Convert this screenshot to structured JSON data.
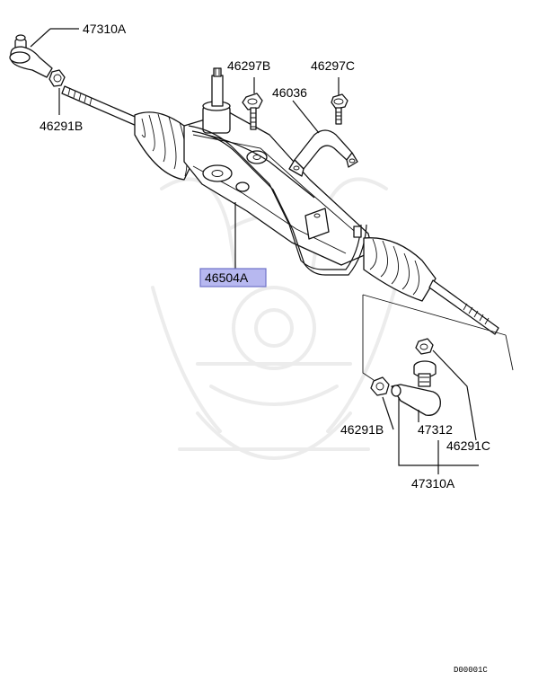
{
  "diagram": {
    "labels": {
      "tie_rod_end_top": "47310A",
      "lock_nut_left": "46291B",
      "bolt_left": "46297B",
      "bolt_right": "46297C",
      "clamp": "46036",
      "rack_assembly": "46504A",
      "lock_nut_right": "46291B",
      "tie_rod_end_detail": "47312",
      "nut_right": "46291C",
      "tie_rod_end_bottom": "47310A"
    },
    "diagram_code": "D00001C",
    "colors": {
      "highlight_fill": "#b7b8f0",
      "highlight_stroke": "#6f72c8",
      "line": "#111111",
      "watermark": "#ececec"
    }
  }
}
